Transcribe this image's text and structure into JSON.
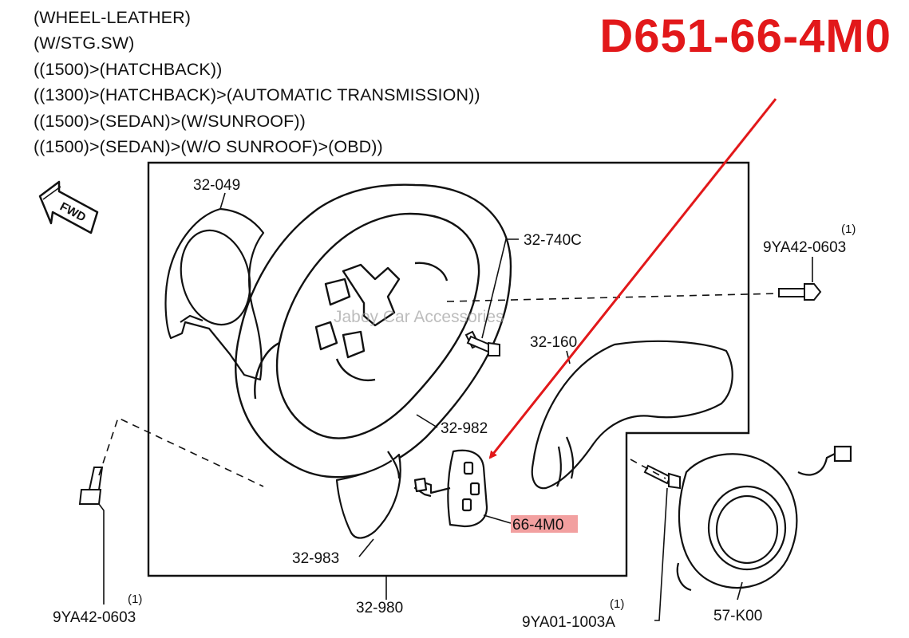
{
  "header_lines": [
    "(WHEEL-LEATHER)",
    "(W/STG.SW)",
    "((1500)>(HATCHBACK))",
    "((1300)>(HATCHBACK)>(AUTOMATIC TRANSMISSION))",
    "((1500)>(SEDAN)>(W/SUNROOF))",
    "((1500)>(SEDAN)>(W/O SUNROOF)>(OBD))"
  ],
  "part_code": "D651-66-4M0",
  "direction_label": "FWD",
  "watermark": "Jaboy Car Accessories",
  "labels": {
    "p32_049": "32-049",
    "p32_740c": "32-740C",
    "p9ya42_right": "9YA42-0603",
    "p9ya42_right_qty": "(1)",
    "p32_160": "32-160",
    "p32_982": "32-982",
    "p66_4m0": "66-4M0",
    "p32_983": "32-983",
    "p32_980": "32-980",
    "p9ya42_left": "9YA42-0603",
    "p9ya42_left_qty": "(1)",
    "p9ya01": "9YA01-1003A",
    "p9ya01_qty": "(1)",
    "p57_k00": "57-K00"
  },
  "colors": {
    "highlight_text": "#e2181a",
    "highlight_bg": "#f2a0a0",
    "line": "#111111"
  }
}
